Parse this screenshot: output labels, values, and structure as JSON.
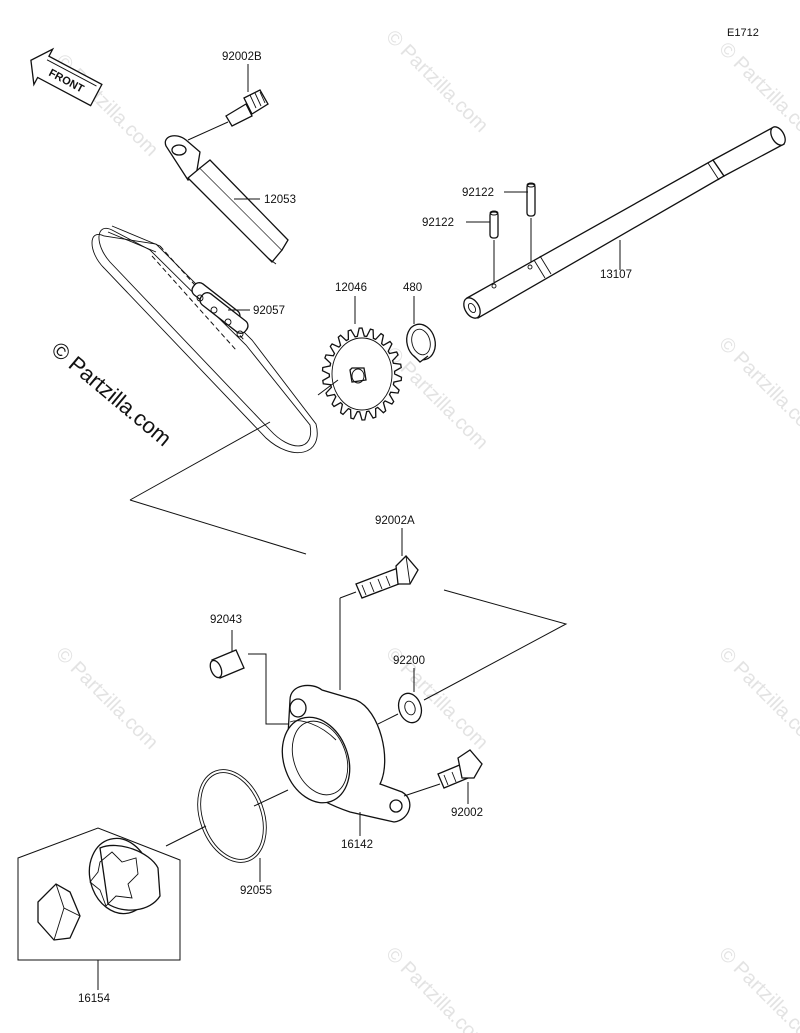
{
  "diagram_code": "E1712",
  "front_label": "FRONT",
  "watermark_text": "© Partzilla.com",
  "callouts": {
    "p92002B": "92002B",
    "p12053": "12053",
    "p92057": "92057",
    "p12046": "12046",
    "p480": "480",
    "p92122a": "92122",
    "p92122b": "92122",
    "p13107": "13107",
    "p92002A": "92002A",
    "p92043": "92043",
    "p92200": "92200",
    "p92002": "92002",
    "p16142": "16142",
    "p92055": "92055",
    "p16154": "16154"
  },
  "colors": {
    "line": "#111111",
    "watermark": "#e3e3e3",
    "background": "#ffffff"
  }
}
